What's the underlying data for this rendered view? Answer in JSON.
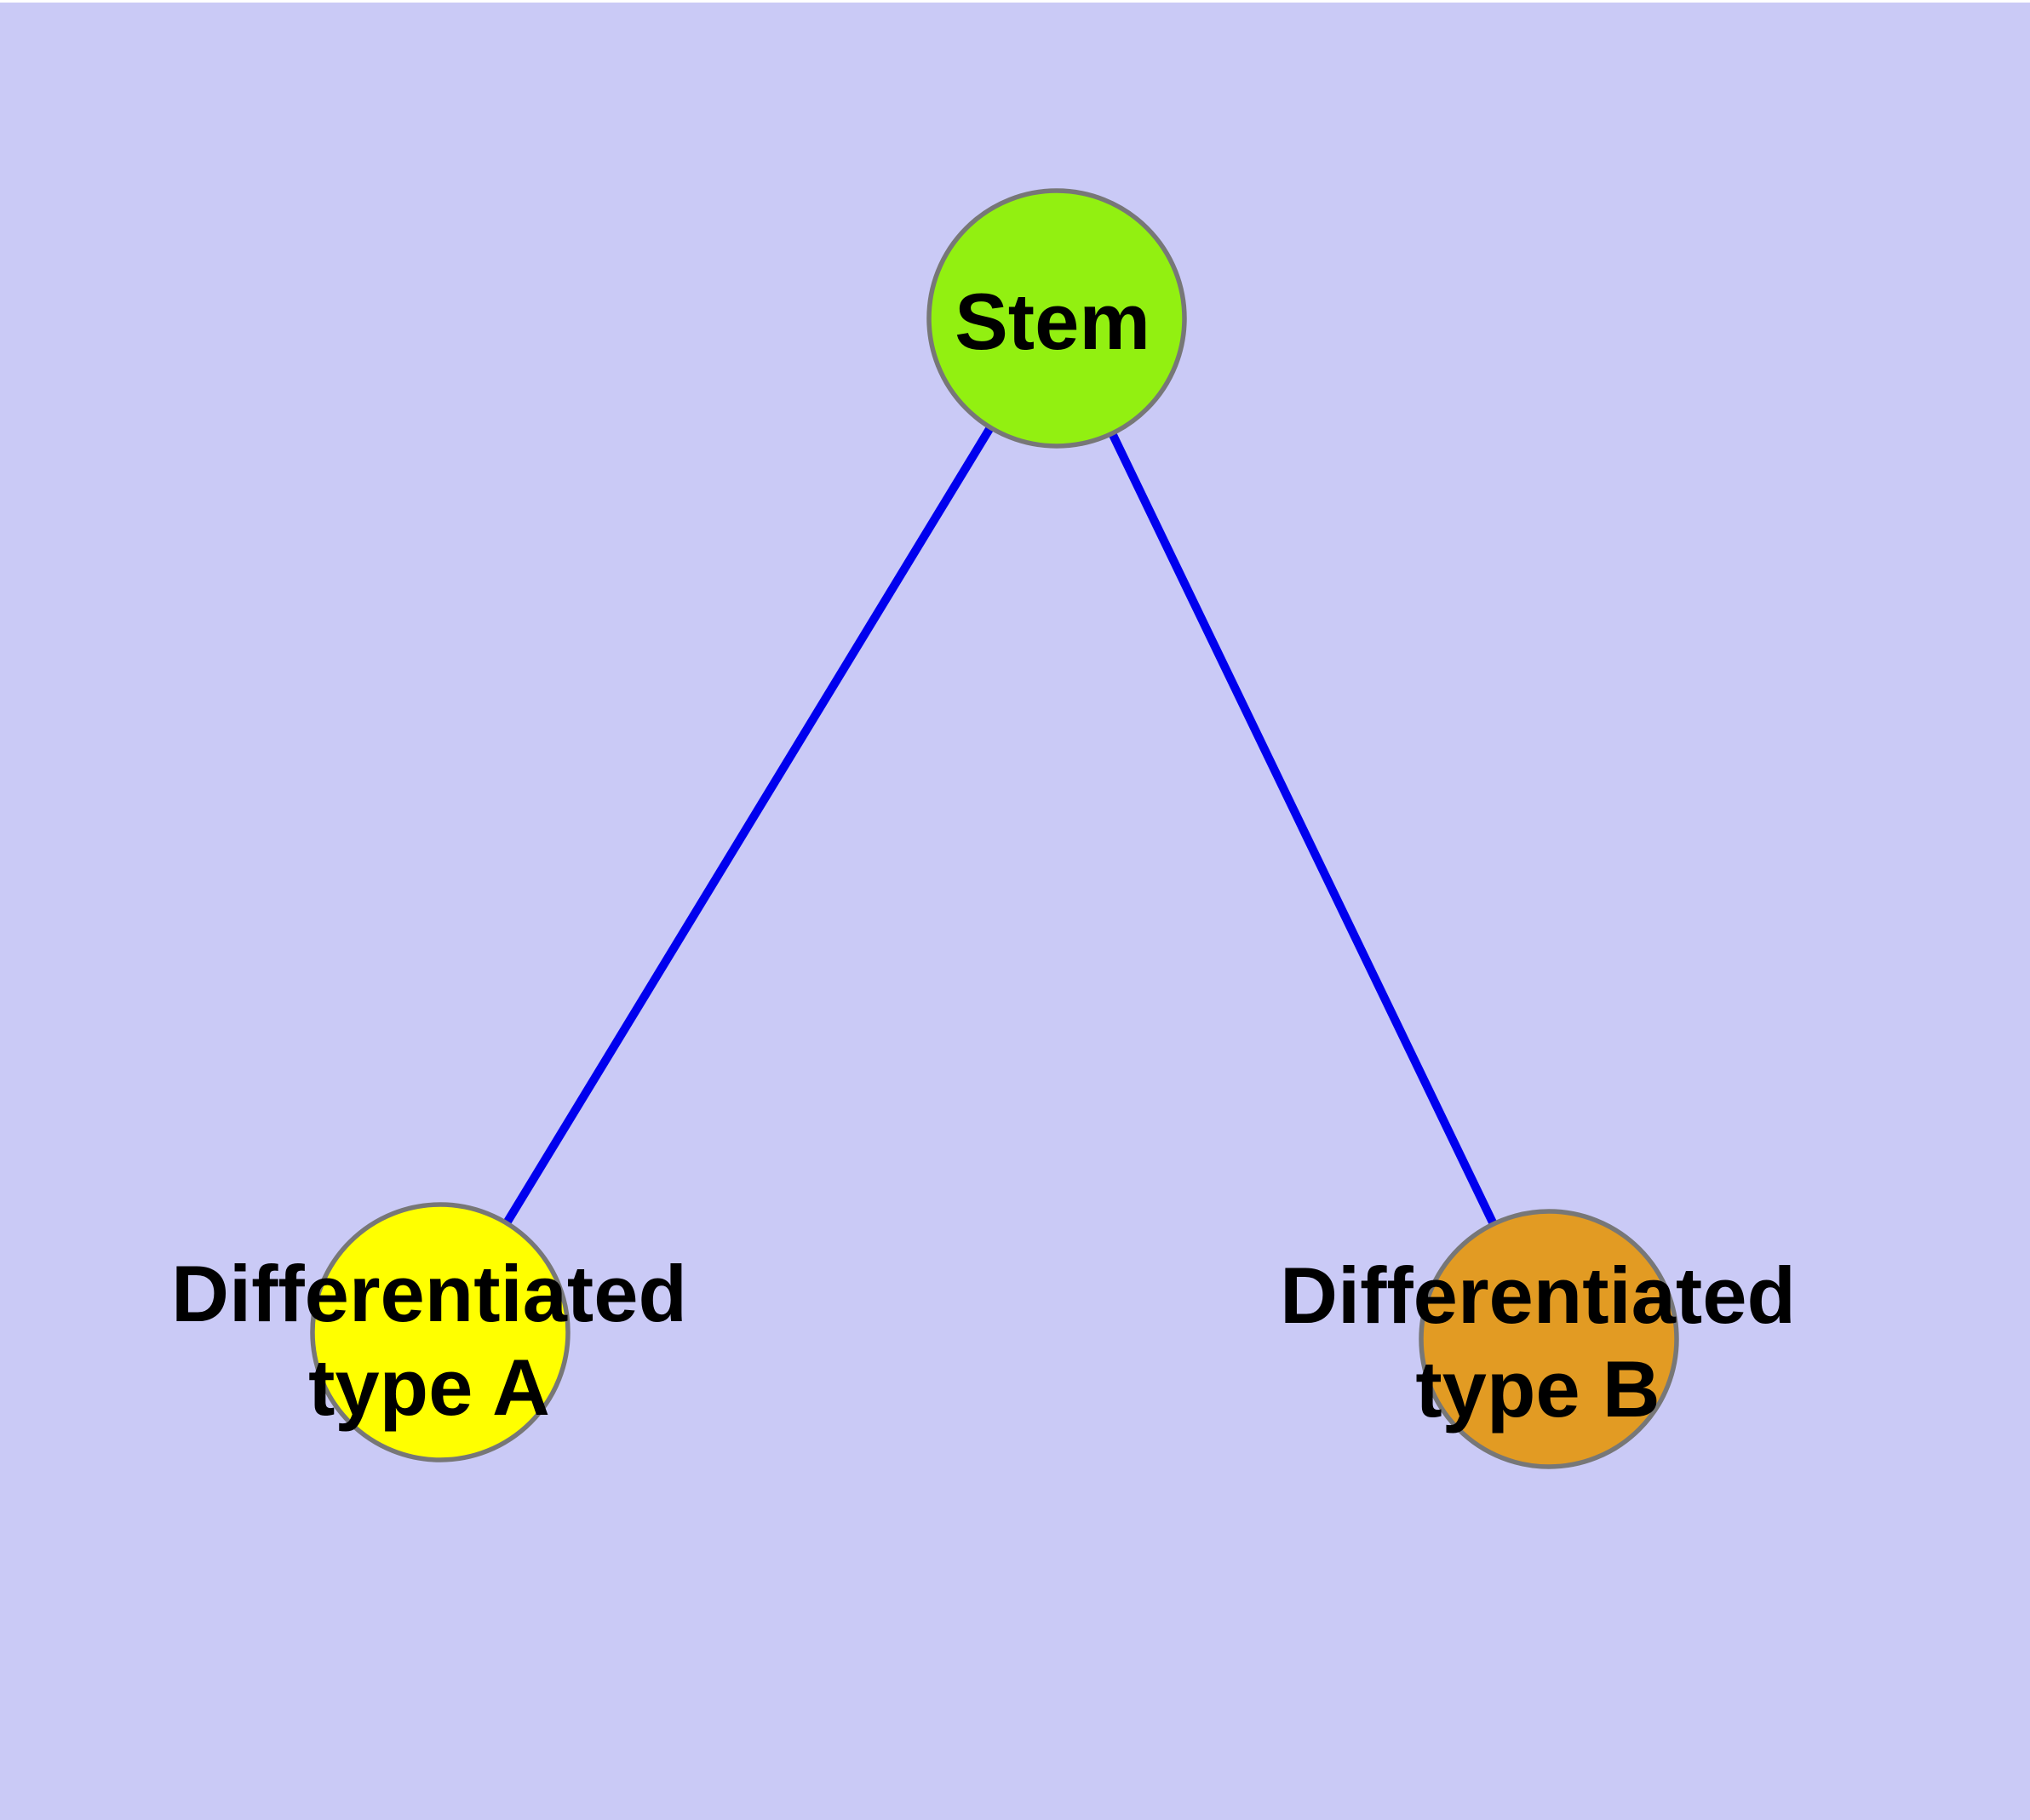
{
  "diagram": {
    "background_color": "#cacaf6",
    "top_edge_strip_color": "#ffffff",
    "edge_color": "#0000ee",
    "node_border_color": "#777777",
    "label_color": "#000000",
    "nodes": {
      "stem": {
        "label": "Stem",
        "fill": "#92f011"
      },
      "type_a": {
        "label_line1": "Differentiated",
        "label_line2": "type A",
        "fill": "#ffff00"
      },
      "type_b": {
        "label_line1": "Differentiated",
        "label_line2": "type B",
        "fill": "#e29b23"
      }
    },
    "edges": [
      {
        "from": "stem",
        "to": "type_a"
      },
      {
        "from": "stem",
        "to": "type_b"
      }
    ]
  }
}
